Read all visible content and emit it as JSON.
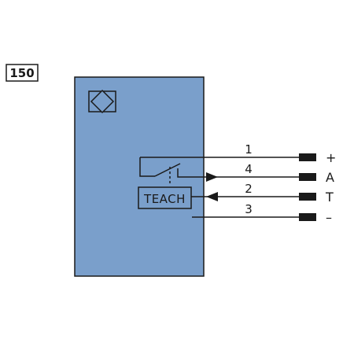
{
  "diagram_id": "150",
  "teach_label": "TEACH",
  "colors": {
    "body_fill": "#7a9fcb",
    "line": "#1a1a1a",
    "text": "#1a1a1a",
    "background": "#ffffff"
  },
  "icons": {
    "sensor_symbol": "diamond-in-square-icon"
  },
  "wires": [
    {
      "number": "1",
      "signal": "+"
    },
    {
      "number": "4",
      "signal": "A"
    },
    {
      "number": "2",
      "signal": "T"
    },
    {
      "number": "3",
      "signal": "–"
    }
  ]
}
